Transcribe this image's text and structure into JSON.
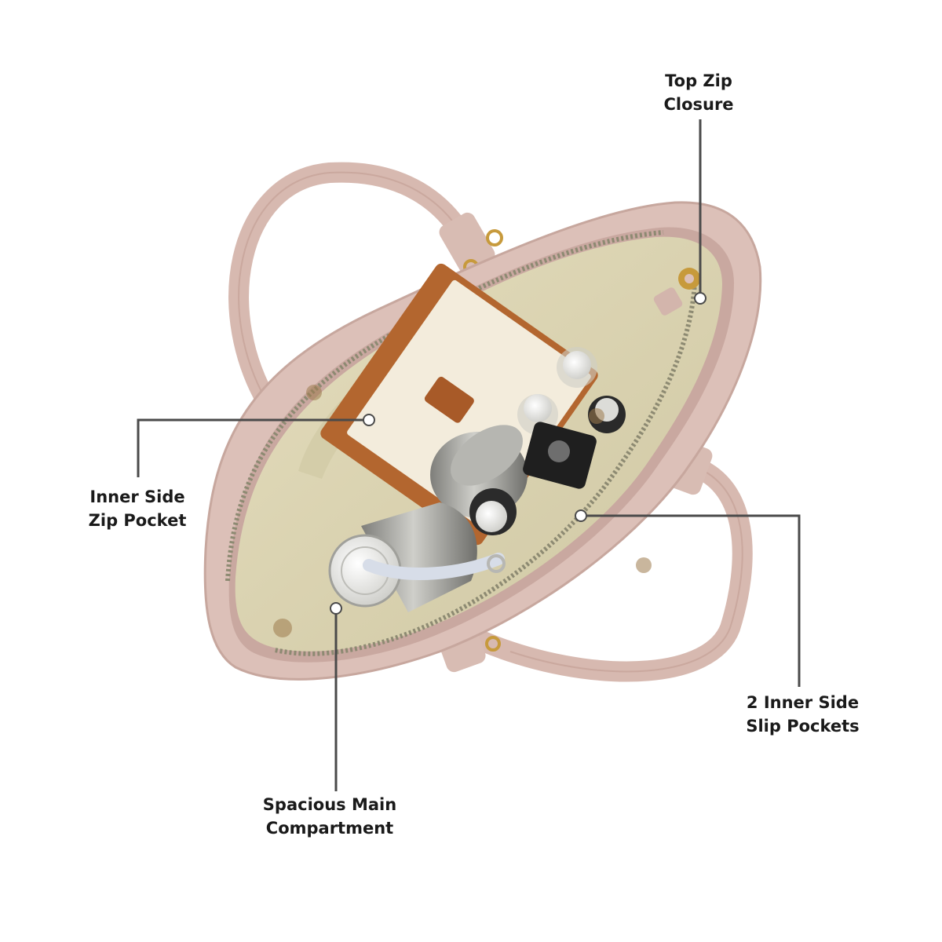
{
  "image": {
    "subject": "handbag-top-view-open",
    "colors": {
      "background": "#ffffff",
      "bag_leather": "#dcc0b8",
      "bag_leather_dark": "#c5a39a",
      "lining": "#d9d2b0",
      "zipper": "#8d8a72",
      "notebook": "#b3662f",
      "notebook_pages": "#f3ecdc",
      "bottle_steel": "#a8a8a4",
      "bottle_cap": "#e6e6e2",
      "strap": "#d7dde8",
      "hardware_gold": "#c79a3c",
      "callout_line": "#4a4a4a"
    }
  },
  "callouts": [
    {
      "id": "top-zip",
      "lines": [
        "Top Zip",
        "Closure"
      ]
    },
    {
      "id": "inner-zip",
      "lines": [
        "Inner Side",
        "Zip Pocket"
      ]
    },
    {
      "id": "slip",
      "lines": [
        "2 Inner Side",
        "Slip Pockets"
      ]
    },
    {
      "id": "main",
      "lines": [
        "Spacious Main",
        "Compartment"
      ]
    }
  ]
}
